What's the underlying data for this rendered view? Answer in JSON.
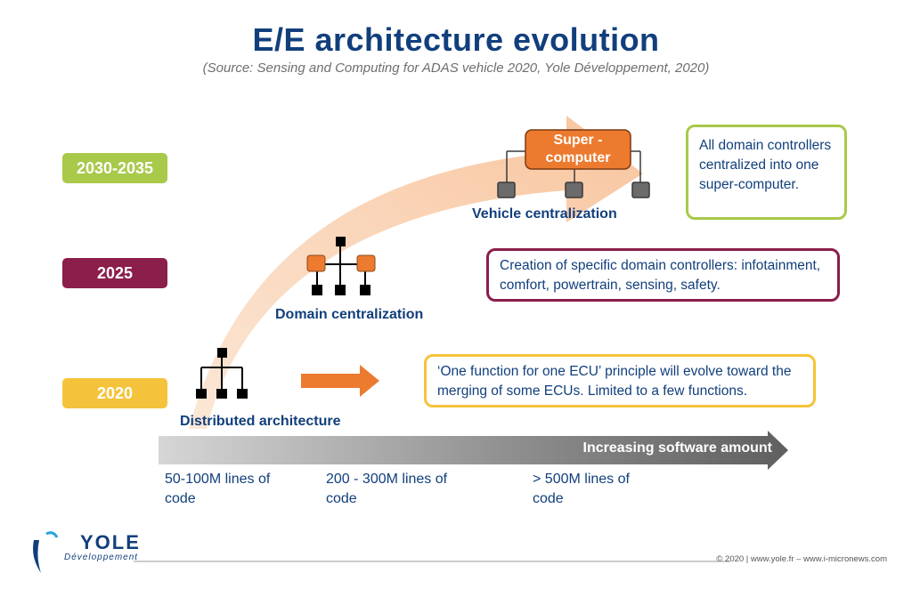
{
  "title": "E/E architecture evolution",
  "subtitle": "(Source: Sensing and Computing for ADAS vehicle 2020, Yole Développement, 2020)",
  "years": [
    {
      "label": "2030-2035",
      "color": "#a8c94a"
    },
    {
      "label": "2025",
      "color": "#8b1e4b"
    },
    {
      "label": "2020",
      "color": "#f5c33b"
    }
  ],
  "stages": {
    "distributed": "Distributed architecture",
    "domain": "Domain centralization",
    "vehicle": "Vehicle centralization",
    "supercomputer": "Super - computer"
  },
  "boxes": {
    "top": {
      "text": "All domain controllers centralized into one super-computer.",
      "border": "#a8c94a"
    },
    "middle": {
      "text": "Creation of specific domain controllers: infotainment, comfort, powertrain, sensing, safety.",
      "border": "#8b1e4b"
    },
    "bottom": {
      "text": "‘One function for one ECU’ principle will evolve toward the merging of some ECUs. Limited to a few functions.",
      "border": "#f5c33b"
    }
  },
  "software_arrow": "Increasing software amount",
  "code_lines": [
    "50-100M lines of code",
    "200 - 300M lines of code",
    "> 500M lines of code"
  ],
  "logo": {
    "name": "YOLE",
    "sub": "Développement"
  },
  "footer": "© 2020 | www.yole.fr – www.i-micronews.com",
  "colors": {
    "navy": "#123f7c",
    "orange": "#ec7a2f",
    "peach": "#f9c8a3",
    "gray": "#6b6b6b"
  }
}
